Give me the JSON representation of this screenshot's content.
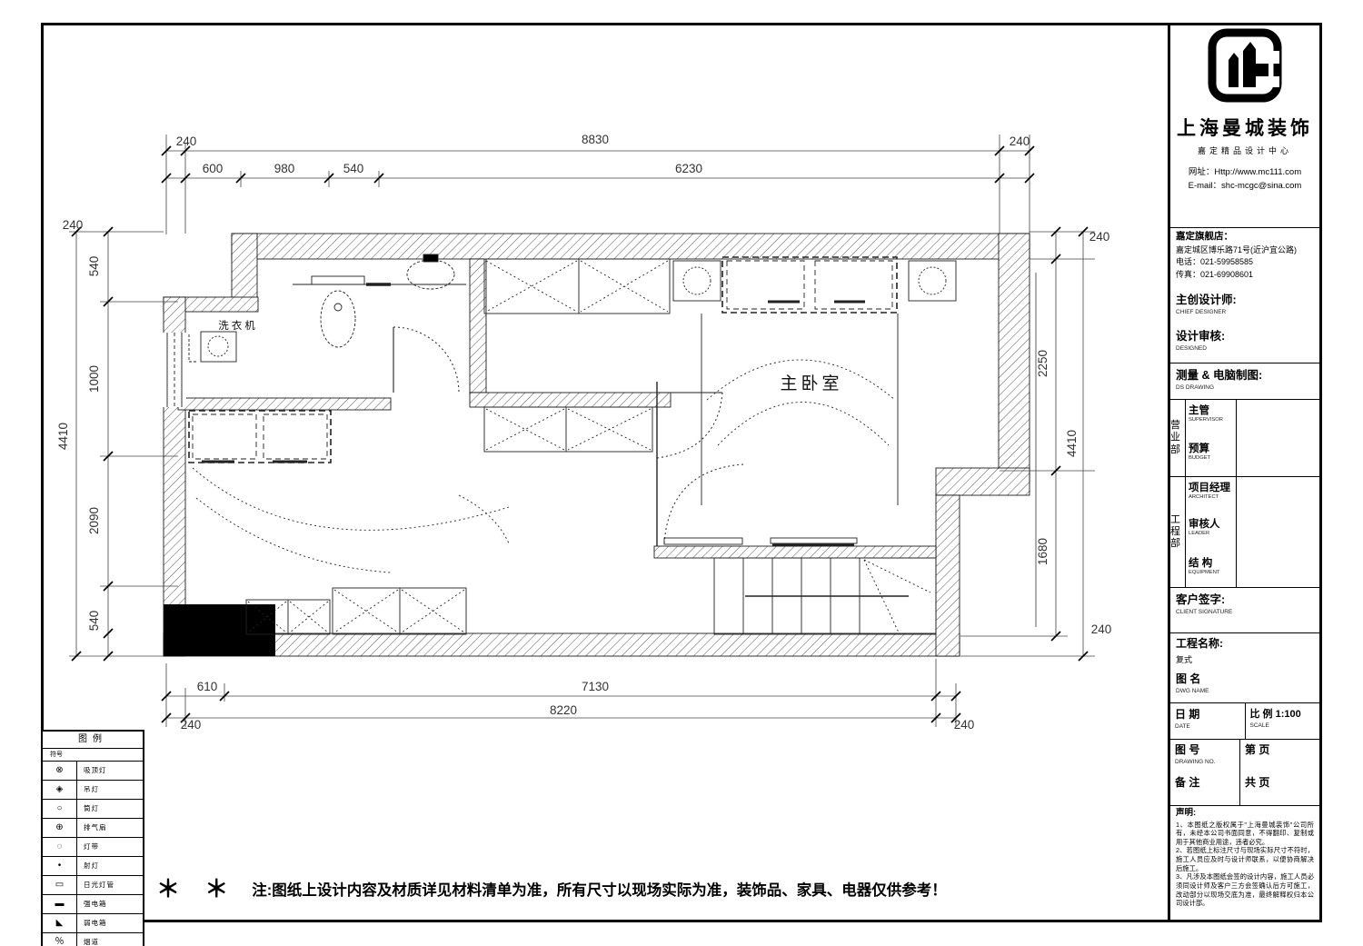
{
  "company": {
    "name": "上海曼城装饰",
    "subtitle": "嘉定精品设计中心",
    "website": "网址：Http://www.mc111.com",
    "email": "E-mail：shc-mcgc@sina.com"
  },
  "store": {
    "title": "嘉定旗舰店：",
    "address": "嘉定城区博乐路71号(近沪宜公路)",
    "phone": "电话：021-59958585",
    "fax": "传真：021-69908601"
  },
  "fields": {
    "chief": "主创设计师:",
    "chief_en": "CHIEF DESIGNER",
    "design": "设计审核:",
    "design_en": "DESIGNED",
    "survey": "测量 & 电脑制图:",
    "survey_en": "DS  DRAWING"
  },
  "dept": {
    "sales": "营业部",
    "eng": "工程部",
    "rows": [
      {
        "cn": "主管",
        "en": "SUPERVISOR"
      },
      {
        "cn": "预算",
        "en": "BUDGET"
      },
      {
        "cn": "项目经理",
        "en": "ARCHITECT"
      },
      {
        "cn": "审核人",
        "en": "LEADER"
      },
      {
        "cn": "结  构",
        "en": "EQUIPMENT"
      }
    ]
  },
  "sign": {
    "label": "客户签字:",
    "en": "CLIENT SIGNATURE"
  },
  "project": {
    "name_label": "工程名称:",
    "name_value": "复式",
    "dwg_label": "图  名",
    "dwg_en": "DWG NAME",
    "date_label": "日  期",
    "date_en": "DATE",
    "scale_label": "比 例 1:100",
    "scale_en": "SCALE",
    "no_label": "图  号",
    "no_en": "DRAWING NO.",
    "remark_label": "备  注",
    "page_first": "第        页",
    "page_total": "共        页"
  },
  "statement": {
    "title": "声明:",
    "items": [
      "1、本图纸之版权属于\"上海曼城装饰\"公司所有，未经本公司书面同意，不得翻印、复制或用于其他商业用途，违者必究。",
      "2、若图纸上标注尺寸与现场实际尺寸不符时，施工人员应及时与设计师联系，以便协商解决后施工。",
      "3、凡涉及本图纸会签的设计内容，施工人员必须同设计师及客户三方会签确认后方可施工，改动部分以现场交底为准，最终解释权归本公司设计部。"
    ]
  },
  "legend": {
    "title": "图例",
    "col_sym": "符号",
    "rows": [
      {
        "sym": "⊗",
        "label": "吸顶灯"
      },
      {
        "sym": "◈",
        "label": "吊灯"
      },
      {
        "sym": "○",
        "label": "筒灯"
      },
      {
        "sym": "⊕",
        "label": "排气扇"
      },
      {
        "sym": "◌",
        "label": "灯带"
      },
      {
        "sym": "•",
        "label": "射灯"
      },
      {
        "sym": "▭",
        "label": "日光灯管"
      },
      {
        "sym": "▬",
        "label": "强电箱"
      },
      {
        "sym": "◣",
        "label": "弱电箱"
      },
      {
        "sym": "％",
        "label": "烟道"
      }
    ]
  },
  "note": {
    "stars": "＊ ＊",
    "text": "注:图纸上设计内容及材质详见材料清单为准，所有尺寸以现场实际为准，装饰品、家具、电器仅供参考！"
  },
  "rooms": {
    "master": "主卧室",
    "laundry": "洗衣机"
  },
  "dims": {
    "t1": [
      "240",
      "8830",
      "240"
    ],
    "t2": [
      "600",
      "980",
      "540",
      "6230"
    ],
    "l": [
      "240",
      "540",
      "1000",
      "2090",
      "540",
      "4410"
    ],
    "r": [
      "240",
      "2250",
      "1680",
      "240",
      "4410"
    ],
    "b": [
      "610",
      "7130",
      "240",
      "8220",
      "240"
    ]
  }
}
